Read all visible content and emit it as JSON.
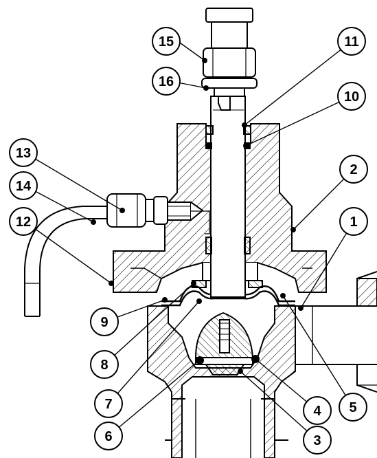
{
  "diagram": {
    "callouts": [
      {
        "id": "c15",
        "label": "15"
      },
      {
        "id": "c16",
        "label": "16"
      },
      {
        "id": "c11",
        "label": "11"
      },
      {
        "id": "c10",
        "label": "10"
      },
      {
        "id": "c13",
        "label": "13"
      },
      {
        "id": "c14",
        "label": "14"
      },
      {
        "id": "c12",
        "label": "12"
      },
      {
        "id": "c2",
        "label": "2"
      },
      {
        "id": "c1",
        "label": "1"
      },
      {
        "id": "c9",
        "label": "9"
      },
      {
        "id": "c8",
        "label": "8"
      },
      {
        "id": "c7",
        "label": "7"
      },
      {
        "id": "c6",
        "label": "6"
      },
      {
        "id": "c3",
        "label": "3"
      },
      {
        "id": "c4",
        "label": "4"
      },
      {
        "id": "c5",
        "label": "5"
      }
    ]
  }
}
